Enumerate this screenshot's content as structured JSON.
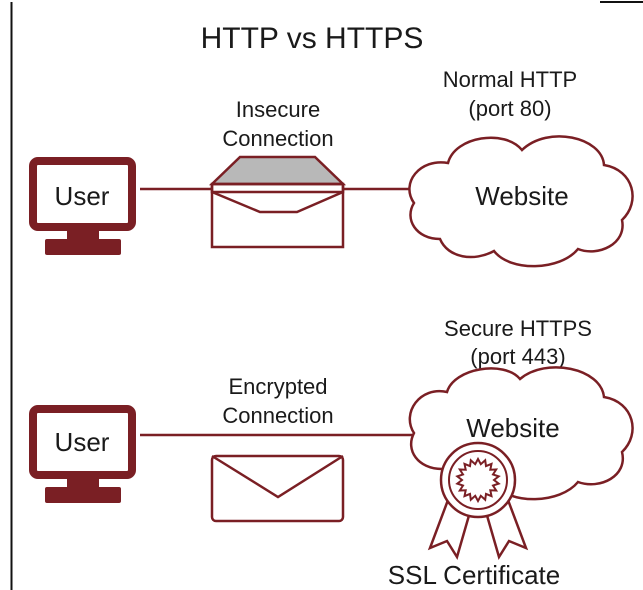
{
  "title": "HTTP vs HTTPS",
  "colors": {
    "accent": "#7a1f24",
    "flap_fill": "#b8b8b8",
    "text": "#1a1a1a",
    "frame": "#111111"
  },
  "top_row": {
    "user_label": "User",
    "connection_line1": "Insecure",
    "connection_line2": "Connection",
    "protocol_line1": "Normal HTTP",
    "protocol_line2": "(port 80)",
    "website_label": "Website",
    "icons": [
      "computer-icon",
      "open-envelope-icon",
      "cloud-icon"
    ]
  },
  "bottom_row": {
    "user_label": "User",
    "connection_line1": "Encrypted",
    "connection_line2": "Connection",
    "protocol_line1": "Secure HTTPS",
    "protocol_line2": "(port 443)",
    "website_label": "Website",
    "certificate_label": "SSL Certificate",
    "icons": [
      "computer-icon",
      "sealed-envelope-icon",
      "cloud-icon",
      "certificate-badge-icon"
    ]
  }
}
